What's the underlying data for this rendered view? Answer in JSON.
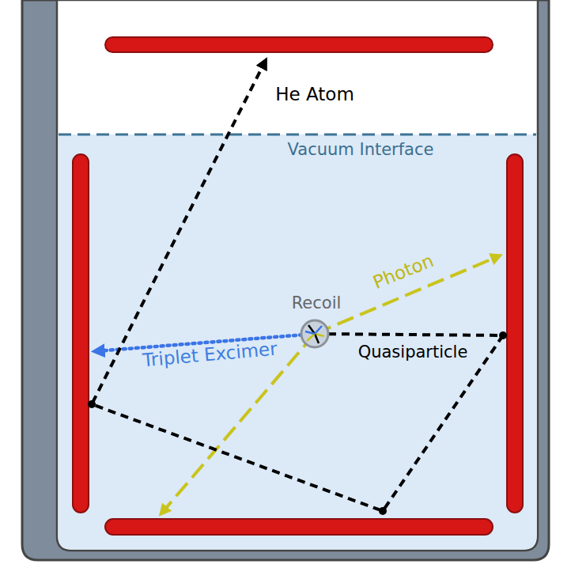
{
  "diagram": {
    "labels": [
      "He Atom",
      "Vacuum Interface",
      "Photon",
      "Recoil",
      "Triplet Excimer",
      "Quasiparticle"
    ]
  }
}
